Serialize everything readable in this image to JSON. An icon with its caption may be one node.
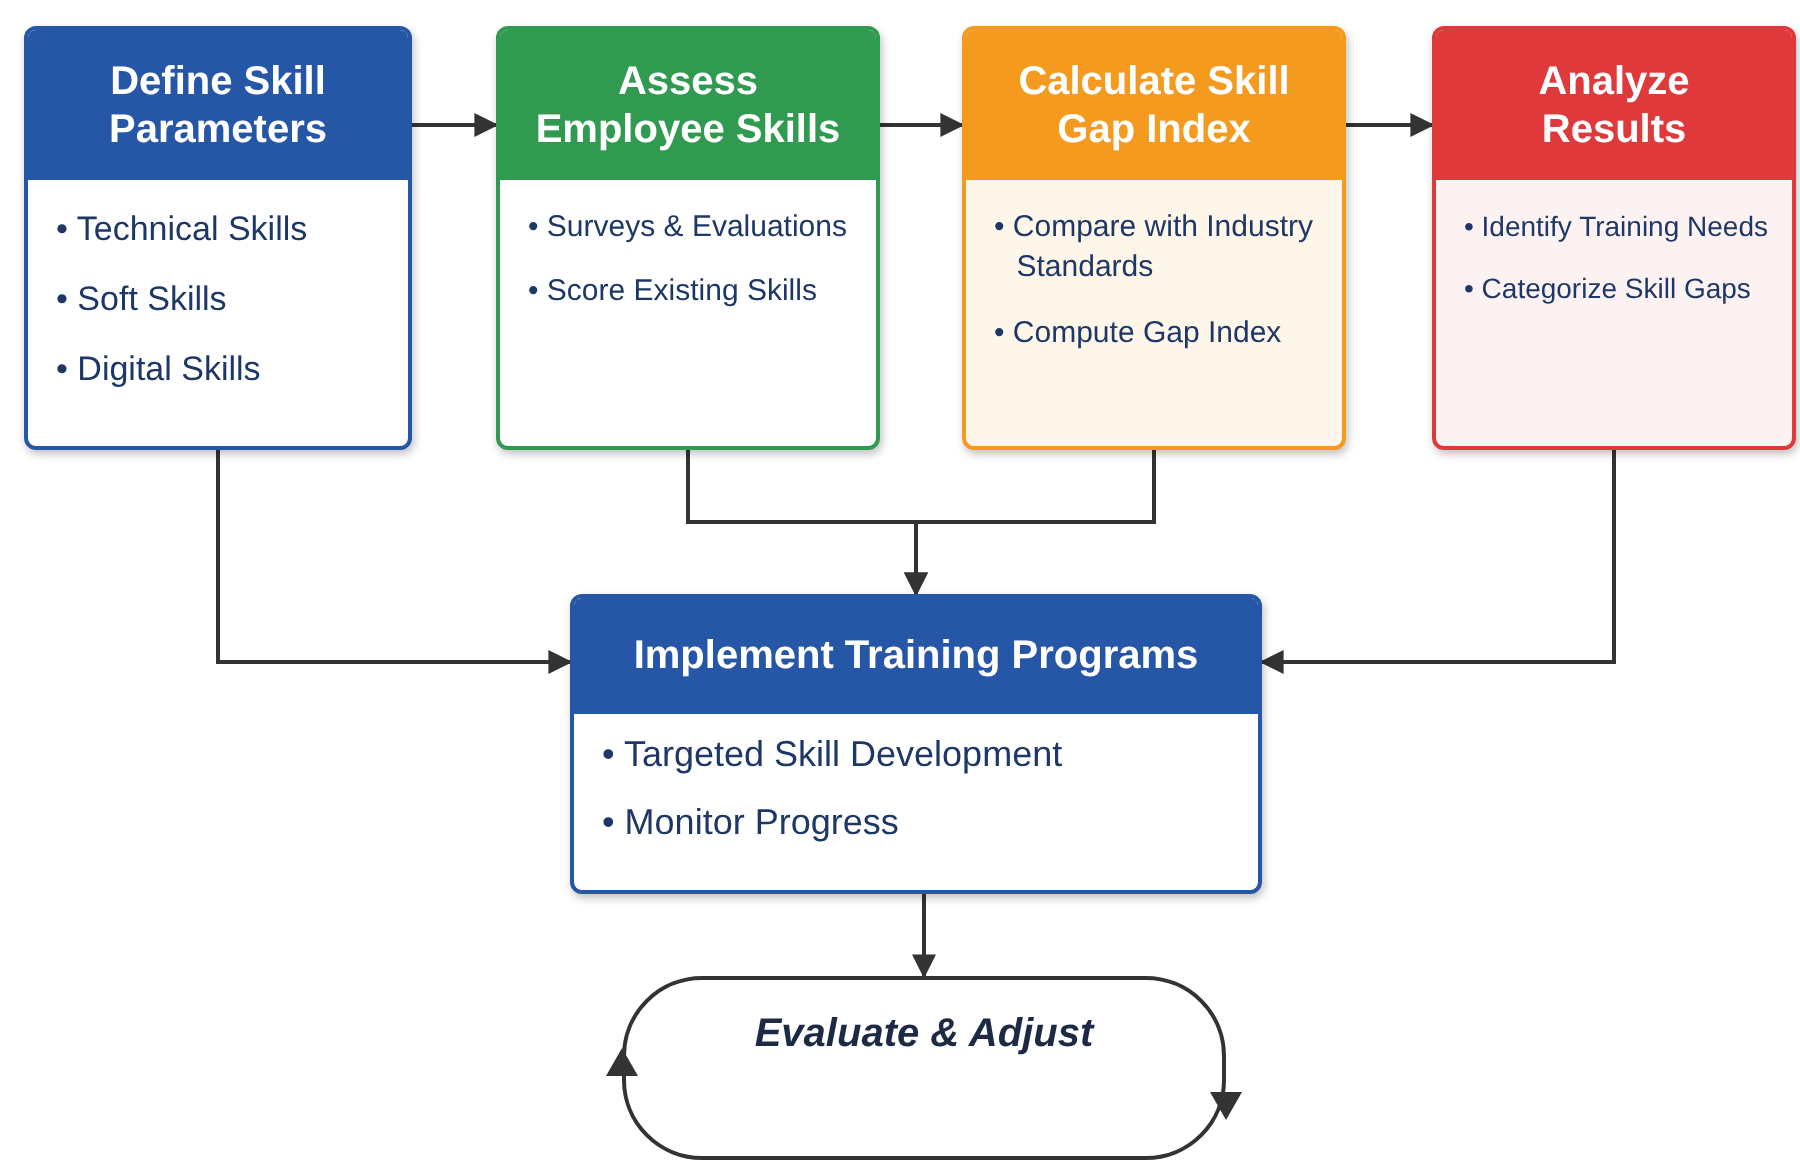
{
  "diagram": {
    "nodes": [
      {
        "text": [
          "Define Skill Parameters",
          "• Technical Skills",
          "• Soft Skills",
          "• Digital Skills"
        ]
      },
      {
        "text": [
          "Assess Employee Skills",
          "• Surveys & Evaluations",
          "• Score Existing Skills"
        ]
      },
      {
        "text": [
          "Calculate Skill Gap Index",
          "• Compare with Industry Standards",
          "• Compute Gap Index"
        ]
      },
      {
        "text": [
          "Analyze Results",
          "• Identify Training Needs",
          "• Categorize Skill Gaps"
        ]
      },
      {
        "text": [
          "Implement Training Programs",
          "• Targeted Skill Development",
          "• Monitor Progress"
        ]
      },
      {
        "text": [
          "Evaluate & Adjust"
        ]
      }
    ],
    "edges": [
      {
        "from": 0,
        "to": 1,
        "arrow": "to"
      },
      {
        "from": 1,
        "to": 2,
        "arrow": "to"
      },
      {
        "from": 2,
        "to": 3,
        "arrow": "to"
      },
      {
        "from": 0,
        "to": 4,
        "arrow": "to"
      },
      {
        "from": 1,
        "to": 4,
        "arrow": "to"
      },
      {
        "from": 2,
        "to": 4,
        "arrow": "to"
      },
      {
        "from": 3,
        "to": 4,
        "arrow": "to"
      },
      {
        "from": 4,
        "to": 5,
        "arrow": "to"
      }
    ]
  }
}
